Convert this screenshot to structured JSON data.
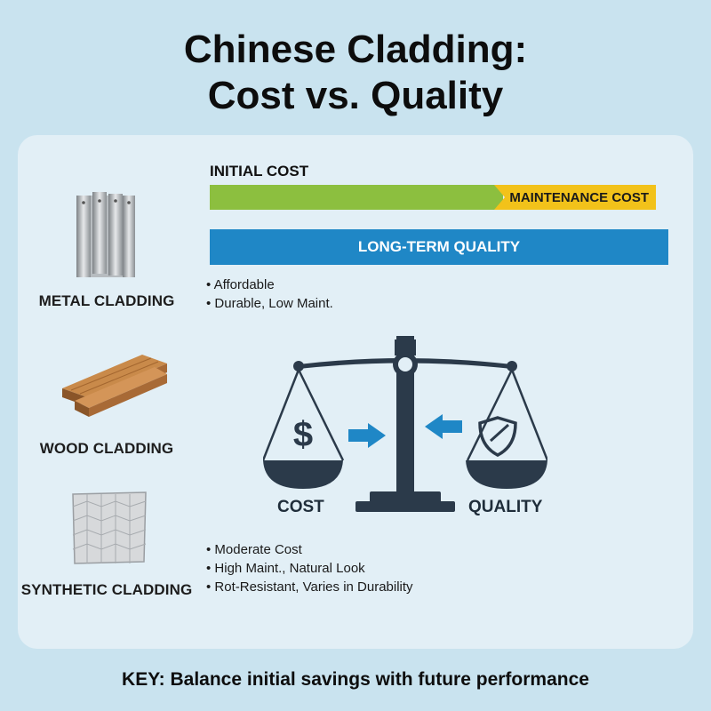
{
  "title": {
    "line1": "Chinese Cladding:",
    "line2": "Cost vs. Quality"
  },
  "materials": [
    {
      "label": "METAL CLADDING",
      "icon": "metal-panel-icon"
    },
    {
      "label": "WOOD CLADDING",
      "icon": "wood-planks-icon"
    },
    {
      "label": "SYNTHETIC CLADDING",
      "icon": "synthetic-tile-icon"
    }
  ],
  "bars": {
    "heading": "INITIAL COST",
    "maintenance": "MAINTENANCE COST",
    "quality": "LONG-TERM QUALITY"
  },
  "bullets_top": [
    "Affordable",
    "Durable, Low Maint."
  ],
  "bullets_bottom": [
    "Moderate Cost",
    "High Maint., Natural Look",
    "Rot-Resistant, Varies in Durability"
  ],
  "scale": {
    "left_label": "COST",
    "right_label": "QUALITY",
    "left_symbol": "$",
    "icon": "balance-scale-icon"
  },
  "key": "KEY: Balance initial savings with future performance",
  "colors": {
    "background": "#c9e3ef",
    "panel": "#e2eff6",
    "cost_bar": "#8cbf3f",
    "maintenance_bar": "#f2c21a",
    "quality_bar": "#1f87c6",
    "scale": "#2b3a4a",
    "arrow": "#1f87c6"
  }
}
